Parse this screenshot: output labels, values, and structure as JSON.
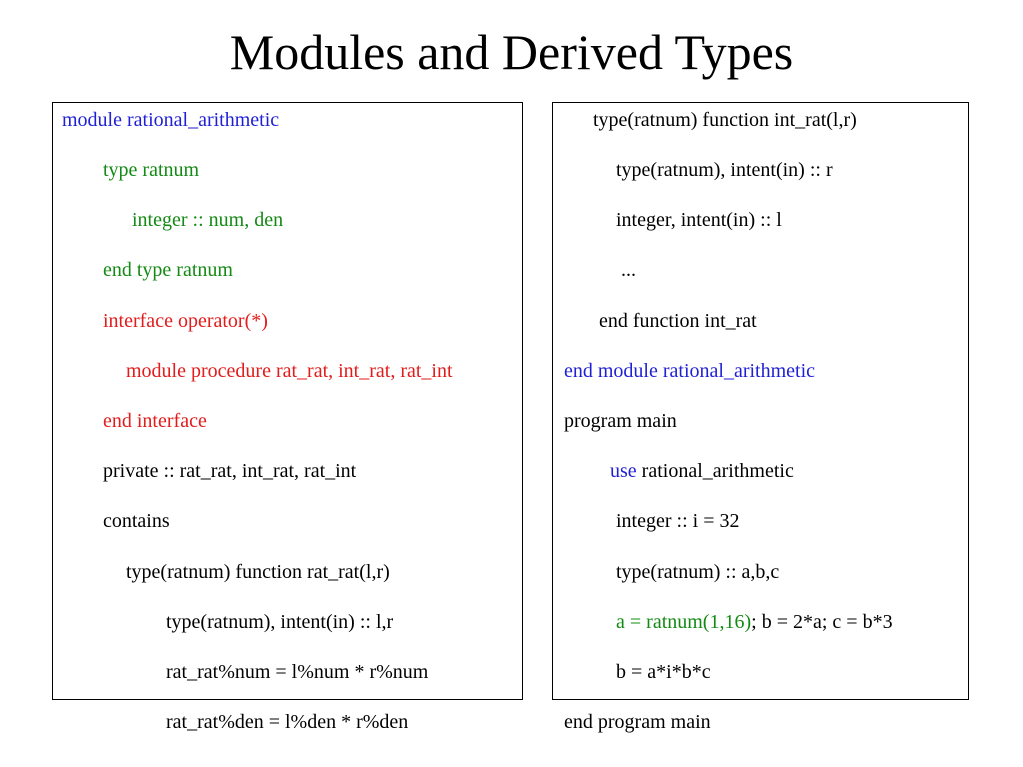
{
  "title": "Modules and Derived Types",
  "colors": {
    "blue": "#1f1fd6",
    "green": "#138a13",
    "red": "#e21b1b",
    "black": "#000000"
  },
  "left_panel": {
    "lines": [
      [
        {
          "text": "module rational_arithmetic",
          "color": "blue"
        }
      ],
      [
        {
          "text": "type ratnum",
          "color": "green"
        }
      ],
      [
        {
          "text": "integer :: num, den",
          "color": "green"
        }
      ],
      [
        {
          "text": "end type ratnum",
          "color": "green"
        }
      ],
      [
        {
          "text": "interface operator(*)",
          "color": "red"
        }
      ],
      [
        {
          "text": "module procedure rat_rat, int_rat, rat_int",
          "color": "red"
        }
      ],
      [
        {
          "text": "end interface",
          "color": "red"
        }
      ],
      [
        {
          "text": "private :: rat_rat, int_rat, rat_int",
          "color": "black"
        }
      ],
      [
        {
          "text": "contains",
          "color": "black"
        }
      ],
      [
        {
          "text": "type(ratnum) function rat_rat(l,r)",
          "color": "black"
        }
      ],
      [
        {
          "text": "type(ratnum), intent(in) :: l,r",
          "color": "black"
        }
      ],
      [
        {
          "text": "rat_rat%num = l%num * r%num",
          "color": "black"
        }
      ],
      [
        {
          "text": "rat_rat%den = l%den * r%den",
          "color": "black"
        }
      ]
    ]
  },
  "right_panel": {
    "lines": [
      [
        {
          "text": "type(ratnum) function int_rat(l,r)",
          "color": "black"
        }
      ],
      [
        {
          "text": "type(ratnum), intent(in) :: r",
          "color": "black"
        }
      ],
      [
        {
          "text": "integer, intent(in) :: l",
          "color": "black"
        }
      ],
      [
        {
          "text": "...",
          "color": "black"
        }
      ],
      [
        {
          "text": "end function int_rat",
          "color": "black"
        }
      ],
      [
        {
          "text": "end module rational_arithmetic",
          "color": "blue"
        }
      ],
      [
        {
          "text": "program main",
          "color": "black"
        }
      ],
      [
        {
          "text": "use",
          "color": "blue"
        },
        {
          "text": " rational_arithmetic",
          "color": "black"
        }
      ],
      [
        {
          "text": "integer :: i = 32",
          "color": "black"
        }
      ],
      [
        {
          "text": "type(ratnum) :: a,b,c",
          "color": "black"
        }
      ],
      [
        {
          "text": "a = ratnum(1,16)",
          "color": "green"
        },
        {
          "text": "; b = 2*a; c = b*3",
          "color": "black"
        }
      ],
      [
        {
          "text": "b = a*i*b*c",
          "color": "black"
        }
      ],
      [
        {
          "text": "end program main",
          "color": "black"
        }
      ]
    ]
  }
}
